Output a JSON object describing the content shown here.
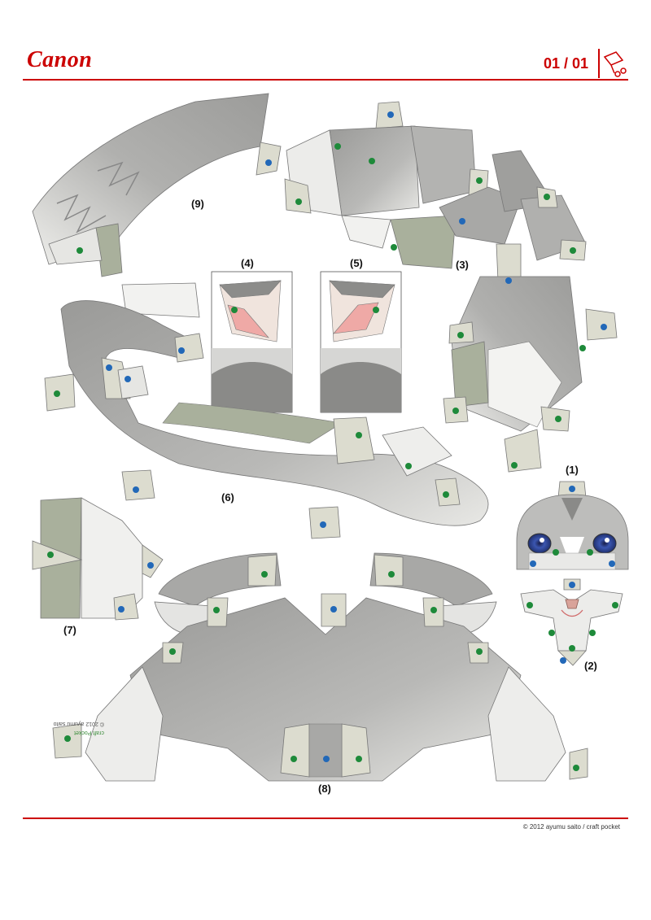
{
  "header": {
    "brand": "Canon",
    "page_number": "01 / 01",
    "page_icon": "scissors-cut-icon"
  },
  "parts": {
    "p1": "(1)",
    "p2": "(2)",
    "p3": "(3)",
    "p4": "(4)",
    "p5": "(5)",
    "p6": "(6)",
    "p7": "(7)",
    "p8": "(8)",
    "p9": "(9)"
  },
  "watermark": {
    "copyright": "© 2012 ayumu saito",
    "brand": "craft Pocket"
  },
  "footer": {
    "copyright": "© 2012 ayumu saito / craft pocket"
  },
  "colors": {
    "brand_red": "#cc0000",
    "fur_gray": "#a8a8a6",
    "fur_light": "#e6e6e3",
    "tab": "#dcdccf",
    "shadow_green": "#a9b09c",
    "dot_green": "#1e8a3a",
    "dot_blue": "#2268b8",
    "ear_pink": "#efa9a6"
  }
}
